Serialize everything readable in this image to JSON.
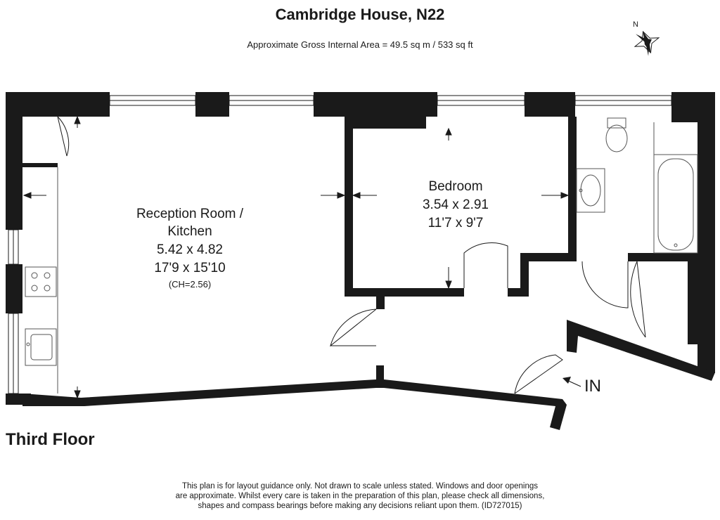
{
  "header": {
    "title": "Cambridge House, N22",
    "subtitle": "Approximate Gross Internal Area = 49.5 sq m / 533 sq ft"
  },
  "compass": {
    "label": "N"
  },
  "rooms": {
    "reception": {
      "name_line1": "Reception Room /",
      "name_line2": "Kitchen",
      "metric": "5.42 x 4.82",
      "imperial": "17'9 x 15'10",
      "ceiling": "(CH=2.56)"
    },
    "bedroom": {
      "name": "Bedroom",
      "metric": "3.54 x 2.91",
      "imperial": "11'7 x 9'7"
    }
  },
  "entrance": {
    "label": "IN"
  },
  "floor_label": "Third Floor",
  "disclaimer": {
    "line1": "This plan is for layout guidance only. Not drawn to scale unless stated. Windows and door openings",
    "line2": "are approximate. Whilst every care is taken in the preparation of this plan, please check all dimensions,",
    "line3": "shapes and compass bearings before making any decisions reliant upon them. (ID727015)"
  },
  "colors": {
    "wall": "#1a1a1a",
    "fixture": "#555555",
    "background": "#ffffff"
  }
}
